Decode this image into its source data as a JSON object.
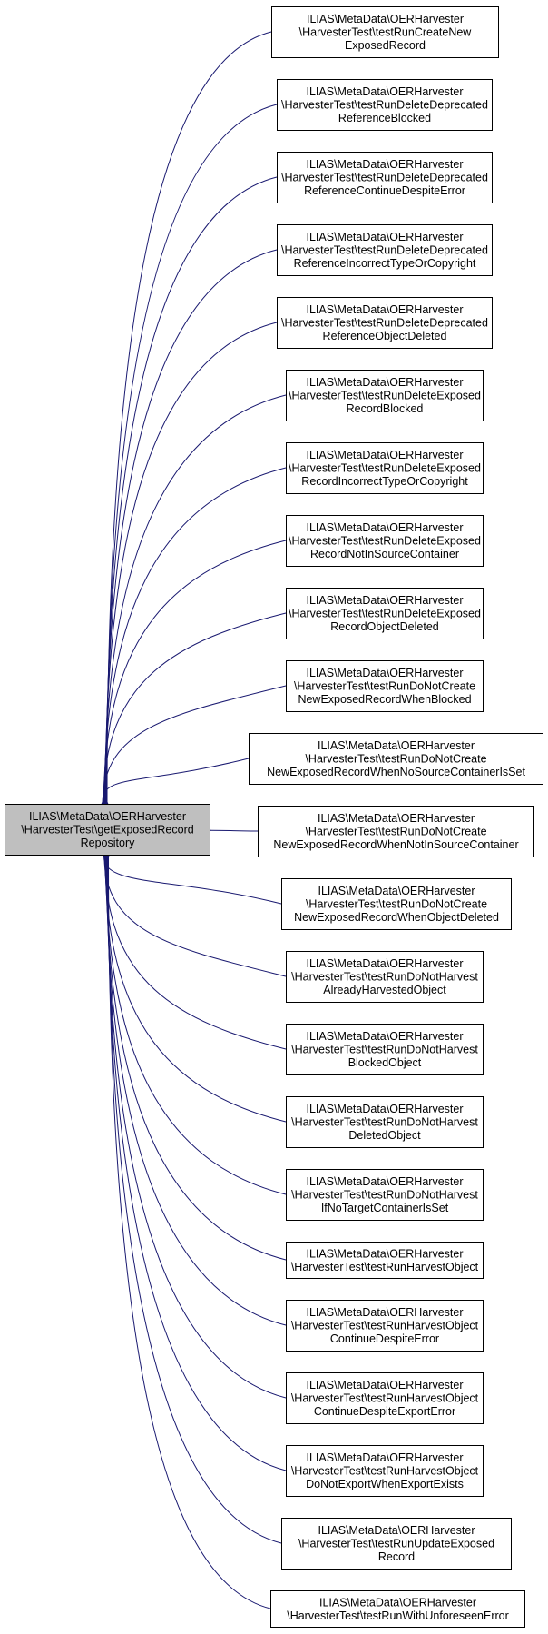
{
  "colors": {
    "edge": "#191970",
    "node_border": "#000000",
    "node_fill": "#ffffff",
    "focus_fill": "#bfbfbf"
  },
  "focus": {
    "lines": [
      "ILIAS\\MetaData\\OERHarvester",
      "\\HarvesterTest\\getExposedRecord",
      "Repository"
    ]
  },
  "callers": [
    {
      "lines": [
        "ILIAS\\MetaData\\OERHarvester",
        "\\HarvesterTest\\testRunCreateNew",
        "ExposedRecord"
      ]
    },
    {
      "lines": [
        "ILIAS\\MetaData\\OERHarvester",
        "\\HarvesterTest\\testRunDeleteDeprecated",
        "ReferenceBlocked"
      ]
    },
    {
      "lines": [
        "ILIAS\\MetaData\\OERHarvester",
        "\\HarvesterTest\\testRunDeleteDeprecated",
        "ReferenceContinueDespiteError"
      ]
    },
    {
      "lines": [
        "ILIAS\\MetaData\\OERHarvester",
        "\\HarvesterTest\\testRunDeleteDeprecated",
        "ReferenceIncorrectTypeOrCopyright"
      ]
    },
    {
      "lines": [
        "ILIAS\\MetaData\\OERHarvester",
        "\\HarvesterTest\\testRunDeleteDeprecated",
        "ReferenceObjectDeleted"
      ]
    },
    {
      "lines": [
        "ILIAS\\MetaData\\OERHarvester",
        "\\HarvesterTest\\testRunDeleteExposed",
        "RecordBlocked"
      ]
    },
    {
      "lines": [
        "ILIAS\\MetaData\\OERHarvester",
        "\\HarvesterTest\\testRunDeleteExposed",
        "RecordIncorrectTypeOrCopyright"
      ]
    },
    {
      "lines": [
        "ILIAS\\MetaData\\OERHarvester",
        "\\HarvesterTest\\testRunDeleteExposed",
        "RecordNotInSourceContainer"
      ]
    },
    {
      "lines": [
        "ILIAS\\MetaData\\OERHarvester",
        "\\HarvesterTest\\testRunDeleteExposed",
        "RecordObjectDeleted"
      ]
    },
    {
      "lines": [
        "ILIAS\\MetaData\\OERHarvester",
        "\\HarvesterTest\\testRunDoNotCreate",
        "NewExposedRecordWhenBlocked"
      ]
    },
    {
      "lines": [
        "ILIAS\\MetaData\\OERHarvester",
        "\\HarvesterTest\\testRunDoNotCreate",
        "NewExposedRecordWhenNoSourceContainerIsSet"
      ]
    },
    {
      "lines": [
        "ILIAS\\MetaData\\OERHarvester",
        "\\HarvesterTest\\testRunDoNotCreate",
        "NewExposedRecordWhenNotInSourceContainer"
      ]
    },
    {
      "lines": [
        "ILIAS\\MetaData\\OERHarvester",
        "\\HarvesterTest\\testRunDoNotCreate",
        "NewExposedRecordWhenObjectDeleted"
      ]
    },
    {
      "lines": [
        "ILIAS\\MetaData\\OERHarvester",
        "\\HarvesterTest\\testRunDoNotHarvest",
        "AlreadyHarvestedObject"
      ]
    },
    {
      "lines": [
        "ILIAS\\MetaData\\OERHarvester",
        "\\HarvesterTest\\testRunDoNotHarvest",
        "BlockedObject"
      ]
    },
    {
      "lines": [
        "ILIAS\\MetaData\\OERHarvester",
        "\\HarvesterTest\\testRunDoNotHarvest",
        "DeletedObject"
      ]
    },
    {
      "lines": [
        "ILIAS\\MetaData\\OERHarvester",
        "\\HarvesterTest\\testRunDoNotHarvest",
        "IfNoTargetContainerIsSet"
      ]
    },
    {
      "lines": [
        "ILIAS\\MetaData\\OERHarvester",
        "\\HarvesterTest\\testRunHarvestObject"
      ]
    },
    {
      "lines": [
        "ILIAS\\MetaData\\OERHarvester",
        "\\HarvesterTest\\testRunHarvestObject",
        "ContinueDespiteError"
      ]
    },
    {
      "lines": [
        "ILIAS\\MetaData\\OERHarvester",
        "\\HarvesterTest\\testRunHarvestObject",
        "ContinueDespiteExportError"
      ]
    },
    {
      "lines": [
        "ILIAS\\MetaData\\OERHarvester",
        "\\HarvesterTest\\testRunHarvestObject",
        "DoNotExportWhenExportExists"
      ]
    },
    {
      "lines": [
        "ILIAS\\MetaData\\OERHarvester",
        "\\HarvesterTest\\testRunUpdateExposed",
        "Record"
      ]
    },
    {
      "lines": [
        "ILIAS\\MetaData\\OERHarvester",
        "\\HarvesterTest\\testRunWithUnforeseenError"
      ]
    }
  ]
}
